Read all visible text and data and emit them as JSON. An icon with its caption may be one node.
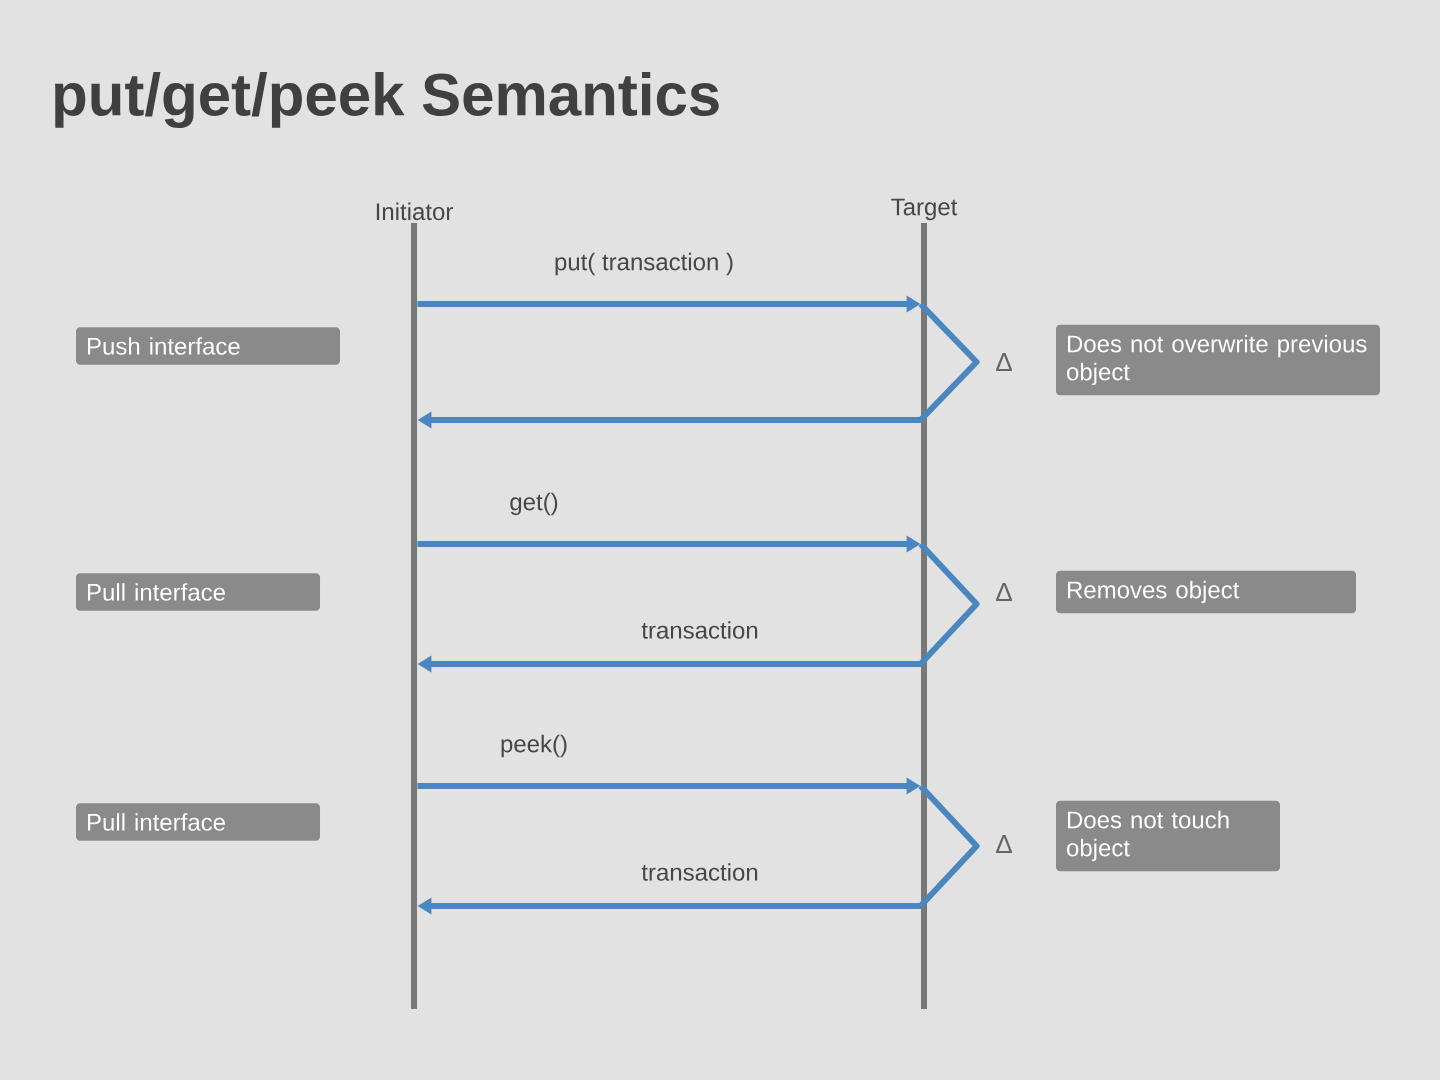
{
  "diagram": {
    "title": "put/get/peek Semantics",
    "nodes": [
      {
        "text": [
          "Initiator"
        ]
      },
      {
        "text": [
          "Target"
        ]
      },
      {
        "text": [
          "Push interface"
        ]
      },
      {
        "text": [
          "Does not overwrite previous object"
        ]
      },
      {
        "text": [
          "Pull interface"
        ]
      },
      {
        "text": [
          "Removes object"
        ]
      },
      {
        "text": [
          "Pull interface"
        ]
      },
      {
        "text": [
          "Does not touch object"
        ]
      }
    ],
    "edges": [
      {
        "from": 0,
        "to": 1,
        "arrow": "to",
        "label": "put( transaction )"
      },
      {
        "from": 1,
        "to": 0,
        "arrow": "to"
      },
      {
        "from": 0,
        "to": 1,
        "arrow": "to",
        "label": "get()"
      },
      {
        "from": 1,
        "to": 0,
        "arrow": "to",
        "label": "transaction"
      },
      {
        "from": 0,
        "to": 1,
        "arrow": "to",
        "label": "peek()"
      },
      {
        "from": 1,
        "to": 0,
        "arrow": "to",
        "label": "transaction"
      }
    ],
    "labels": [
      "Δ",
      "Δ",
      "Δ"
    ]
  }
}
